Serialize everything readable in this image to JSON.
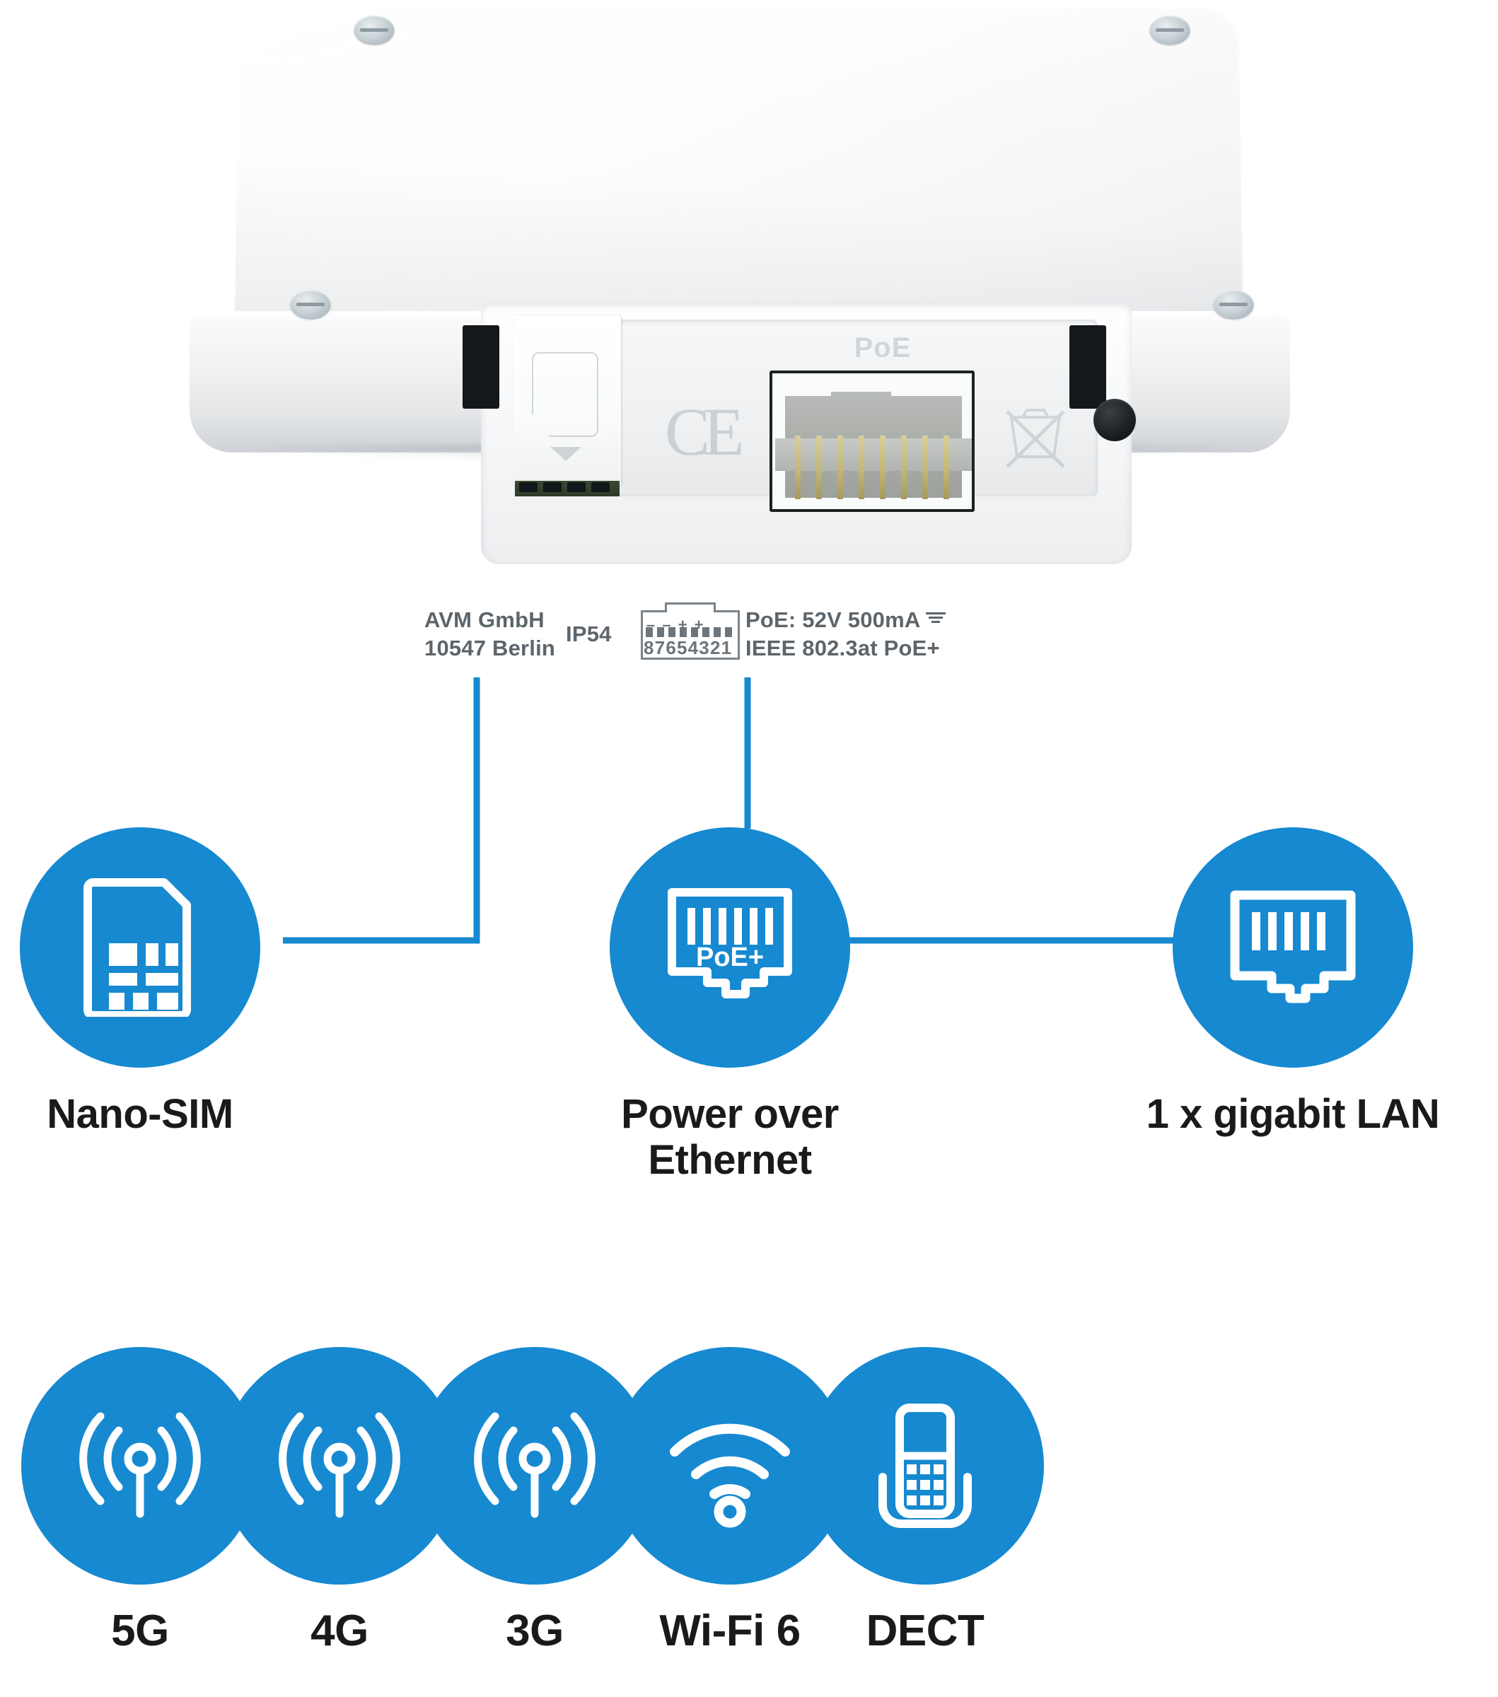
{
  "device": {
    "port_emboss_label": "PoE",
    "label": {
      "company": "AVM GmbH",
      "address": "10547 Berlin",
      "ingress_protection": "IP54",
      "pin_polarity": "–    – + +",
      "pin_numbers": "87654321",
      "power_spec": "PoE: 52V 500mA",
      "standard_spec": "IEEE 802.3at PoE+"
    }
  },
  "colors": {
    "accent_blue": "#1689d0",
    "caption_text": "#1a1a1a",
    "label_text": "#5d656b"
  },
  "features": [
    {
      "id": "nano-sim",
      "icon": "sim-card-icon",
      "label": "Nano-SIM"
    },
    {
      "id": "poe",
      "icon": "rj45-poe-icon",
      "label": "Power over Ethernet",
      "icon_text": "PoE+"
    },
    {
      "id": "lan",
      "icon": "rj45-lan-icon",
      "label": "1 x gigabit LAN"
    }
  ],
  "connectivity": [
    {
      "id": "5g",
      "icon": "cellular-antenna-icon",
      "label": "5G"
    },
    {
      "id": "4g",
      "icon": "cellular-antenna-icon",
      "label": "4G"
    },
    {
      "id": "3g",
      "icon": "cellular-antenna-icon",
      "label": "3G"
    },
    {
      "id": "wifi6",
      "icon": "wifi-icon",
      "label": "Wi-Fi 6"
    },
    {
      "id": "dect",
      "icon": "dect-handset-icon",
      "label": "DECT"
    }
  ]
}
